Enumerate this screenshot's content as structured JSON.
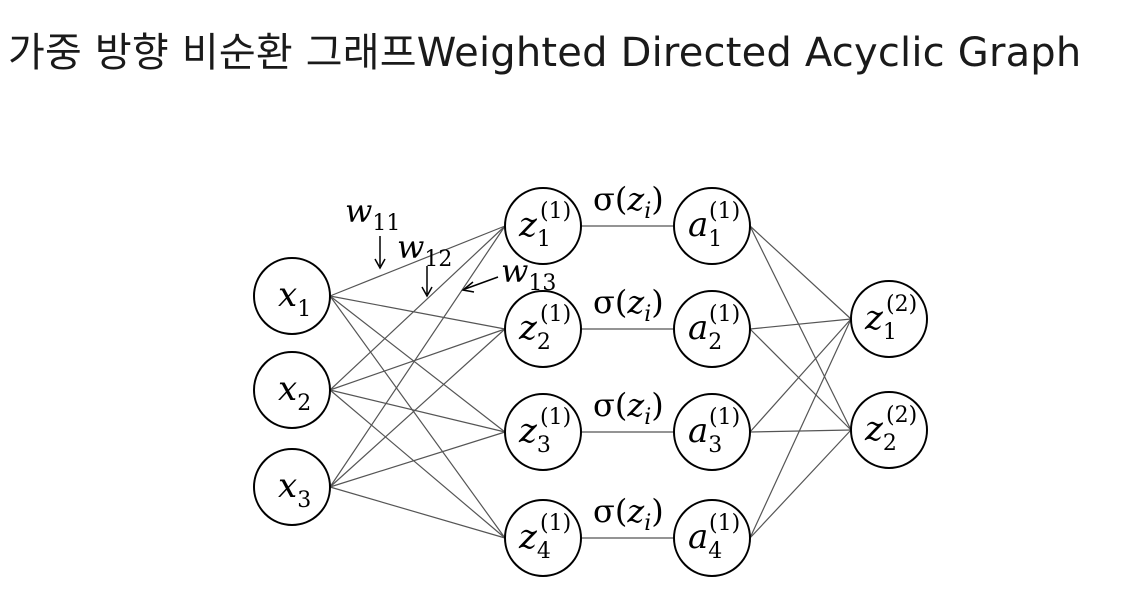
{
  "title": "가중 방향 비순환 그래프Weighted Directed Acyclic Graph",
  "input_nodes": [
    {
      "var": "x",
      "sub": "1"
    },
    {
      "var": "x",
      "sub": "2"
    },
    {
      "var": "x",
      "sub": "3"
    }
  ],
  "hidden_z_nodes": [
    {
      "var": "z",
      "sub": "1",
      "sup": "(1)"
    },
    {
      "var": "z",
      "sub": "2",
      "sup": "(1)"
    },
    {
      "var": "z",
      "sub": "3",
      "sup": "(1)"
    },
    {
      "var": "z",
      "sub": "4",
      "sup": "(1)"
    }
  ],
  "hidden_a_nodes": [
    {
      "var": "a",
      "sub": "1",
      "sup": "(1)"
    },
    {
      "var": "a",
      "sub": "2",
      "sup": "(1)"
    },
    {
      "var": "a",
      "sub": "3",
      "sup": "(1)"
    },
    {
      "var": "a",
      "sub": "4",
      "sup": "(1)"
    }
  ],
  "output_nodes": [
    {
      "var": "z",
      "sub": "1",
      "sup": "(2)"
    },
    {
      "var": "z",
      "sub": "2",
      "sup": "(2)"
    }
  ],
  "activation_labels": [
    {
      "pre": "σ(",
      "var": "z",
      "sub": "i",
      "post": ")"
    },
    {
      "pre": "σ(",
      "var": "z",
      "sub": "i",
      "post": ")"
    },
    {
      "pre": "σ(",
      "var": "z",
      "sub": "i",
      "post": ")"
    },
    {
      "pre": "σ(",
      "var": "z",
      "sub": "i",
      "post": ")"
    }
  ],
  "weight_labels": [
    {
      "var": "w",
      "sub": "11"
    },
    {
      "var": "w",
      "sub": "12"
    },
    {
      "var": "w",
      "sub": "13"
    }
  ]
}
